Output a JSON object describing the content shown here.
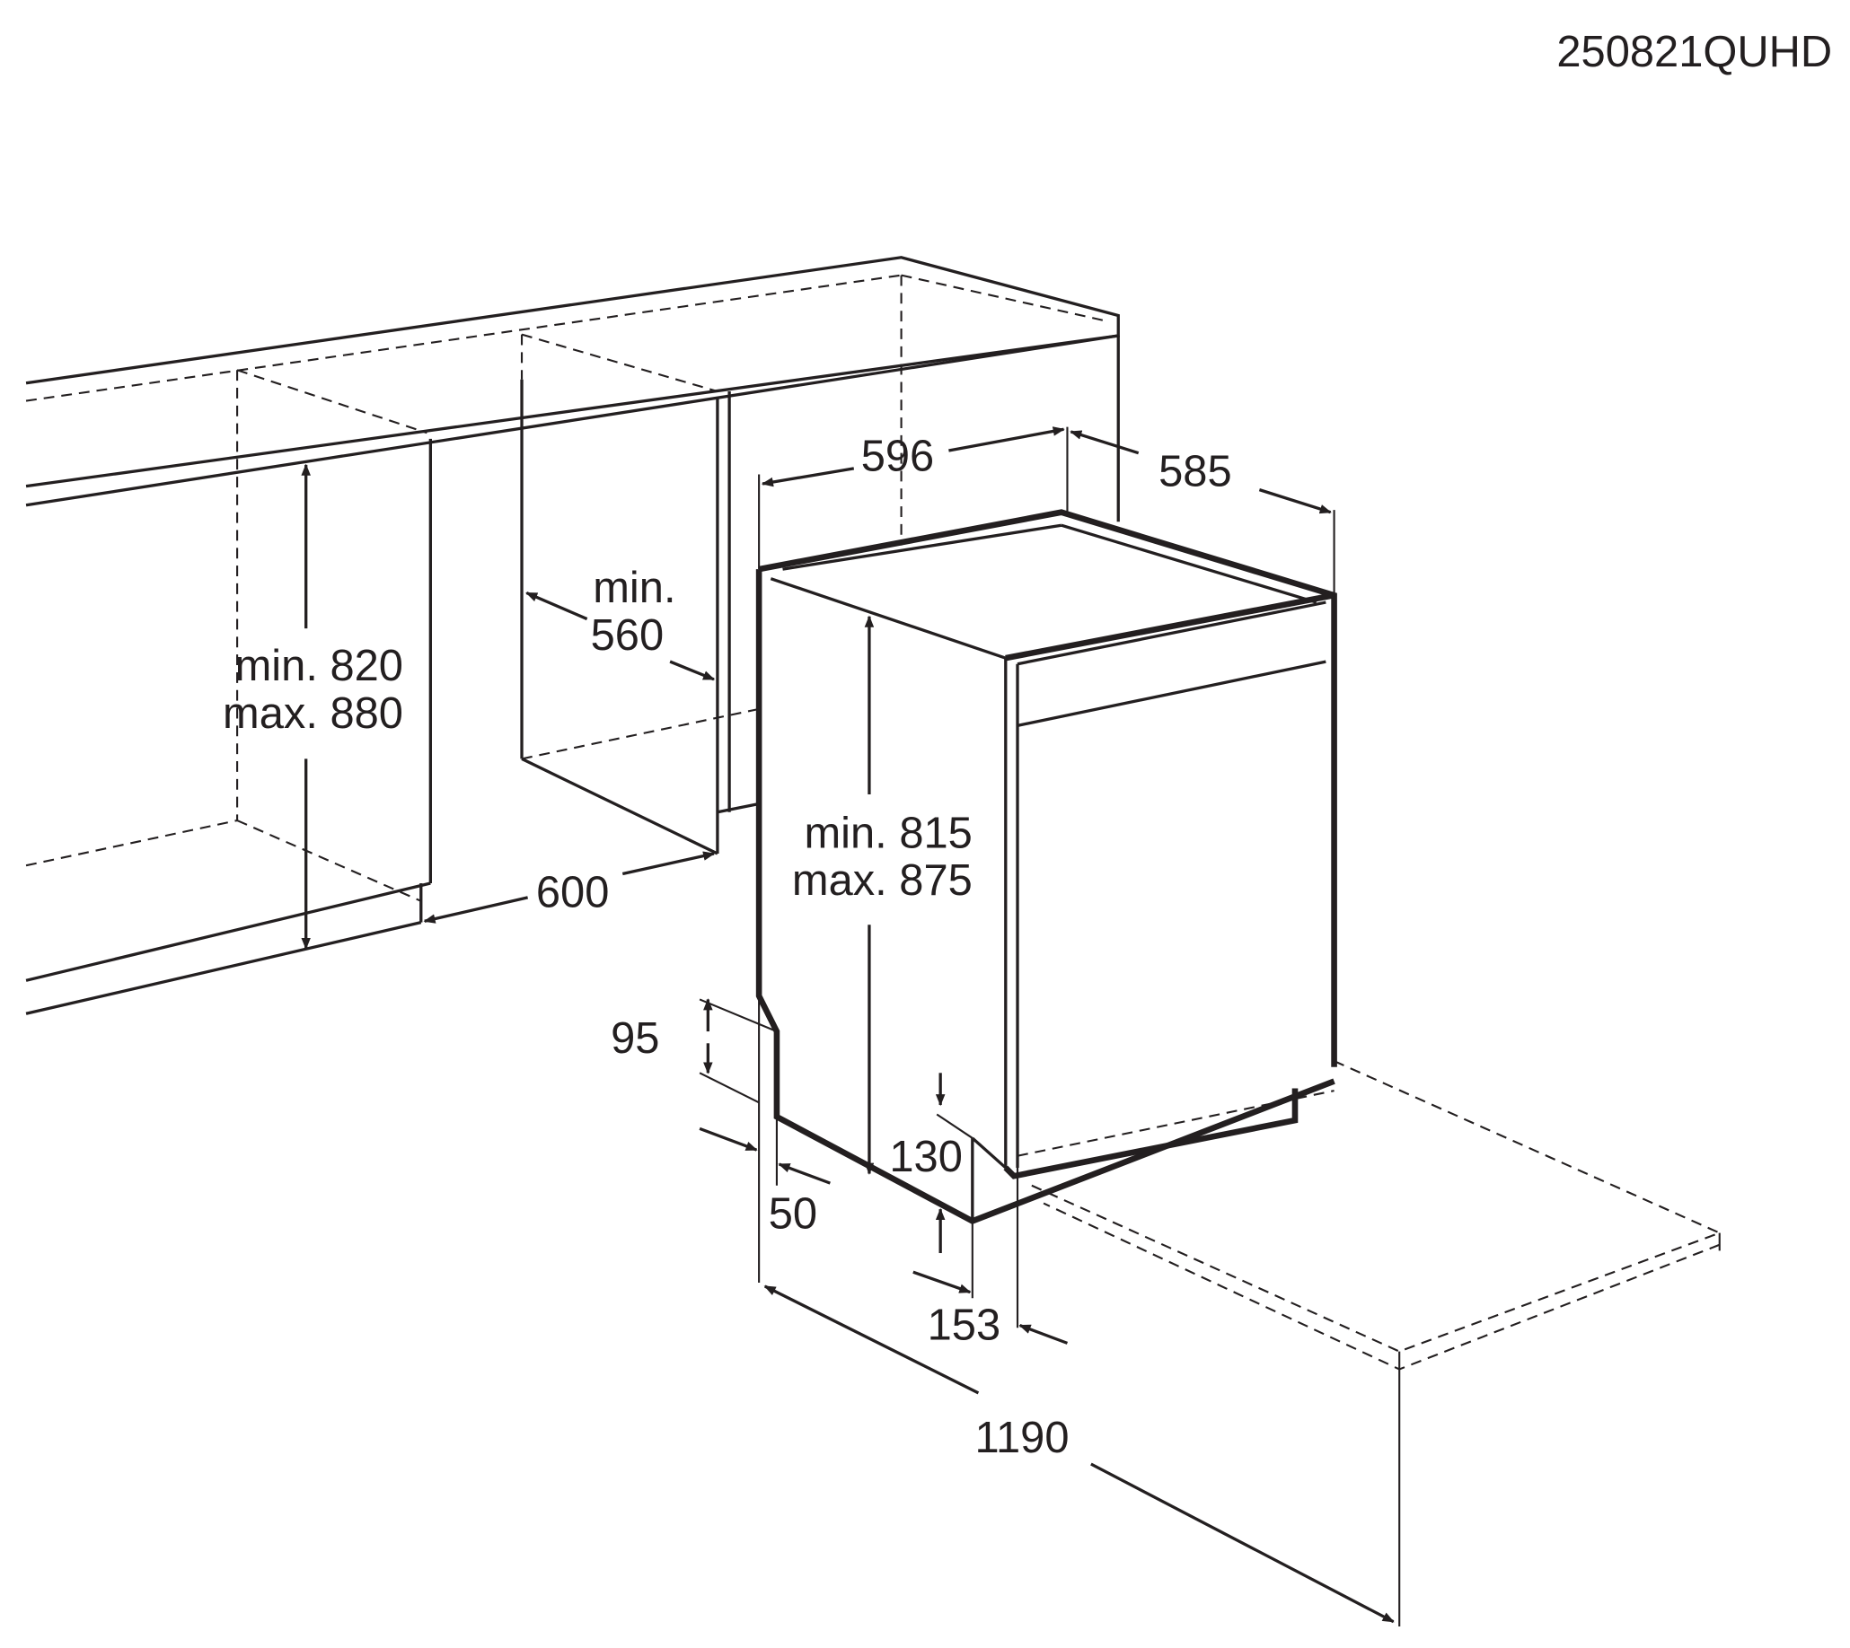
{
  "model_code": "250821QUHD",
  "dimensions": {
    "niche_height_min": "min. 820",
    "niche_height_max": "max. 880",
    "niche_width_min_label": "min.",
    "niche_width_min_value": "560",
    "niche_depth": "600",
    "appliance_width": "596",
    "appliance_depth": "585",
    "appliance_height_min": "min. 815",
    "appliance_height_max": "max. 875",
    "plinth_height": "95",
    "plinth_recess": "50",
    "foot_height": "130",
    "door_offset": "153",
    "door_open_depth": "1190"
  }
}
